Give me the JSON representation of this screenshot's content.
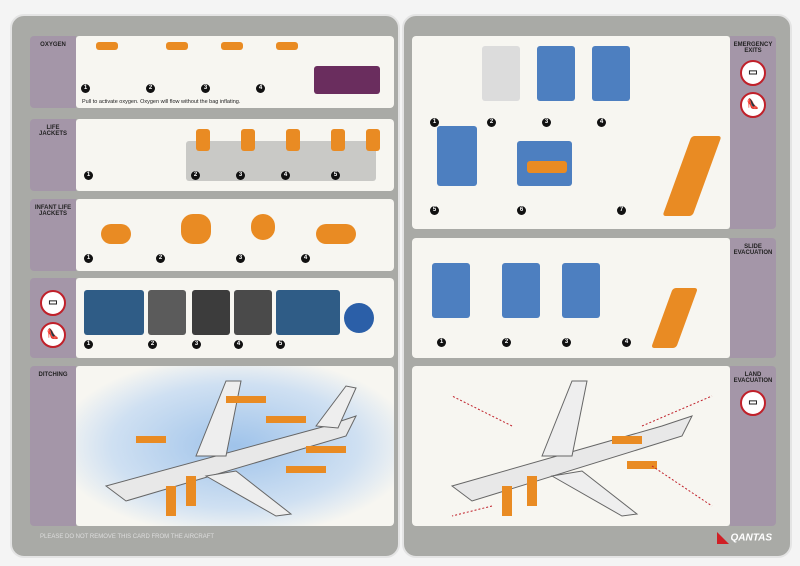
{
  "left": {
    "sections": [
      {
        "label": "OXYGEN",
        "steps": [
          "1",
          "2",
          "3",
          "4"
        ],
        "caption": "Pull to activate oxygen. Oxygen will flow without the bag inflating."
      },
      {
        "label": "LIFE JACKETS",
        "steps": [
          "1",
          "2",
          "3",
          "4",
          "5"
        ]
      },
      {
        "label": "INFANT LIFE JACKETS",
        "steps": [
          "1",
          "2",
          "3",
          "4"
        ]
      },
      {
        "label": "",
        "steps": [
          "1",
          "2",
          "3",
          "4",
          "5"
        ],
        "icons": [
          "no-bag-icon",
          "no-high-heels-icon"
        ]
      },
      {
        "label": "DITCHING"
      }
    ],
    "footer": "PLEASE DO NOT REMOVE THIS CARD FROM THE AIRCRAFT"
  },
  "right": {
    "sections": [
      {
        "label": "EMERGENCY EXITS",
        "steps": [
          "1",
          "2",
          "3",
          "4",
          "5",
          "6",
          "7"
        ],
        "icons": [
          "no-bag-icon",
          "no-high-heels-icon"
        ]
      },
      {
        "label": "SLIDE EVACUATION",
        "steps": [
          "1",
          "2",
          "3",
          "4"
        ]
      },
      {
        "label": "LAND EVACUATION",
        "icons": [
          "no-bag-icon"
        ]
      }
    ],
    "logo": "QANTAS"
  },
  "colors": {
    "card": "#a9aaa6",
    "label": "#a496a8",
    "accent": "#e98b23",
    "warning": "#c0202a"
  }
}
